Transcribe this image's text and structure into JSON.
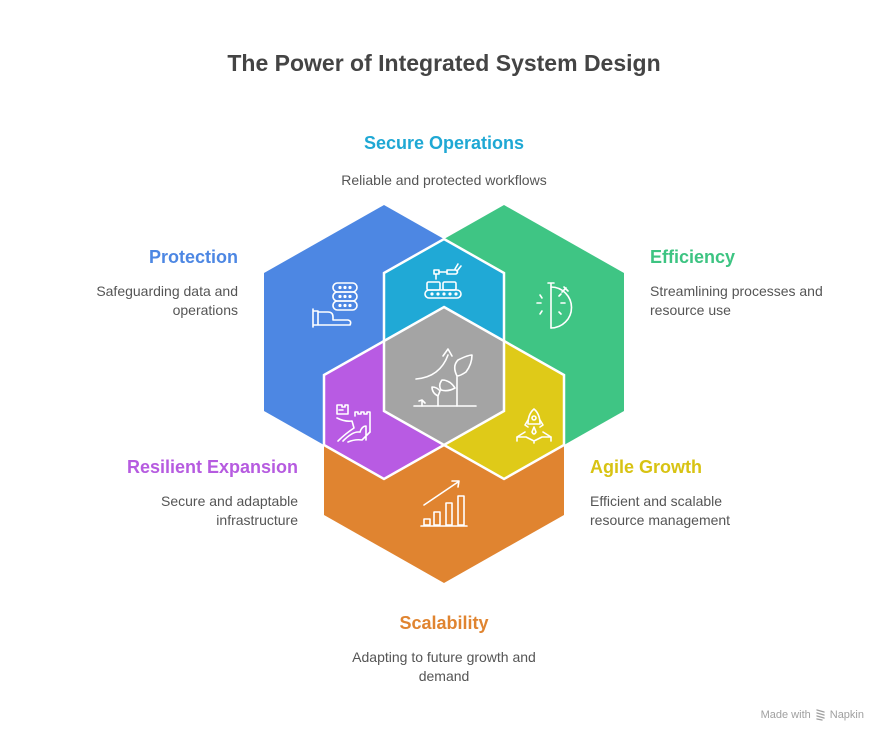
{
  "title": "The Power of Integrated System Design",
  "colors": {
    "protection": "#4D87E3",
    "efficiency": "#3FC584",
    "scalability": "#E08430",
    "secure_operations": "#20A9D6",
    "resilient_expansion": "#B85BE3",
    "agile_growth": "#DFCA18",
    "center": "#A4A4A4",
    "label_secure_operations": "#1FA8D4",
    "label_protection": "#4D87E3",
    "label_efficiency": "#3DC482",
    "label_resilient_expansion": "#B65BE0",
    "label_agile_growth": "#D8C313",
    "label_scalability": "#E08430"
  },
  "items": {
    "secure_operations": {
      "label": "Secure Operations",
      "desc": "Reliable and protected workflows",
      "icon": "robot-conveyor-icon"
    },
    "protection": {
      "label": "Protection",
      "desc_line1": "Safeguarding data and",
      "desc_line2": "operations",
      "icon": "server-hand-icon"
    },
    "efficiency": {
      "label": "Efficiency",
      "desc_line1": "Streamlining processes and",
      "desc_line2": "resource use",
      "icon": "stopwatch-icon"
    },
    "resilient_expansion": {
      "label": "Resilient Expansion",
      "desc_line1": "Secure and adaptable",
      "desc_line2": "infrastructure",
      "icon": "great-wall-icon"
    },
    "agile_growth": {
      "label": "Agile Growth",
      "desc_line1": "Efficient and scalable",
      "desc_line2": "resource management",
      "icon": "rocket-launch-icon"
    },
    "scalability": {
      "label": "Scalability",
      "desc_line1": "Adapting to future growth and",
      "desc_line2": "demand",
      "icon": "bar-chart-growth-icon"
    },
    "center": {
      "icon": "plant-growth-icon"
    }
  },
  "footer": {
    "made_with": "Made with",
    "brand": "Napkin"
  }
}
